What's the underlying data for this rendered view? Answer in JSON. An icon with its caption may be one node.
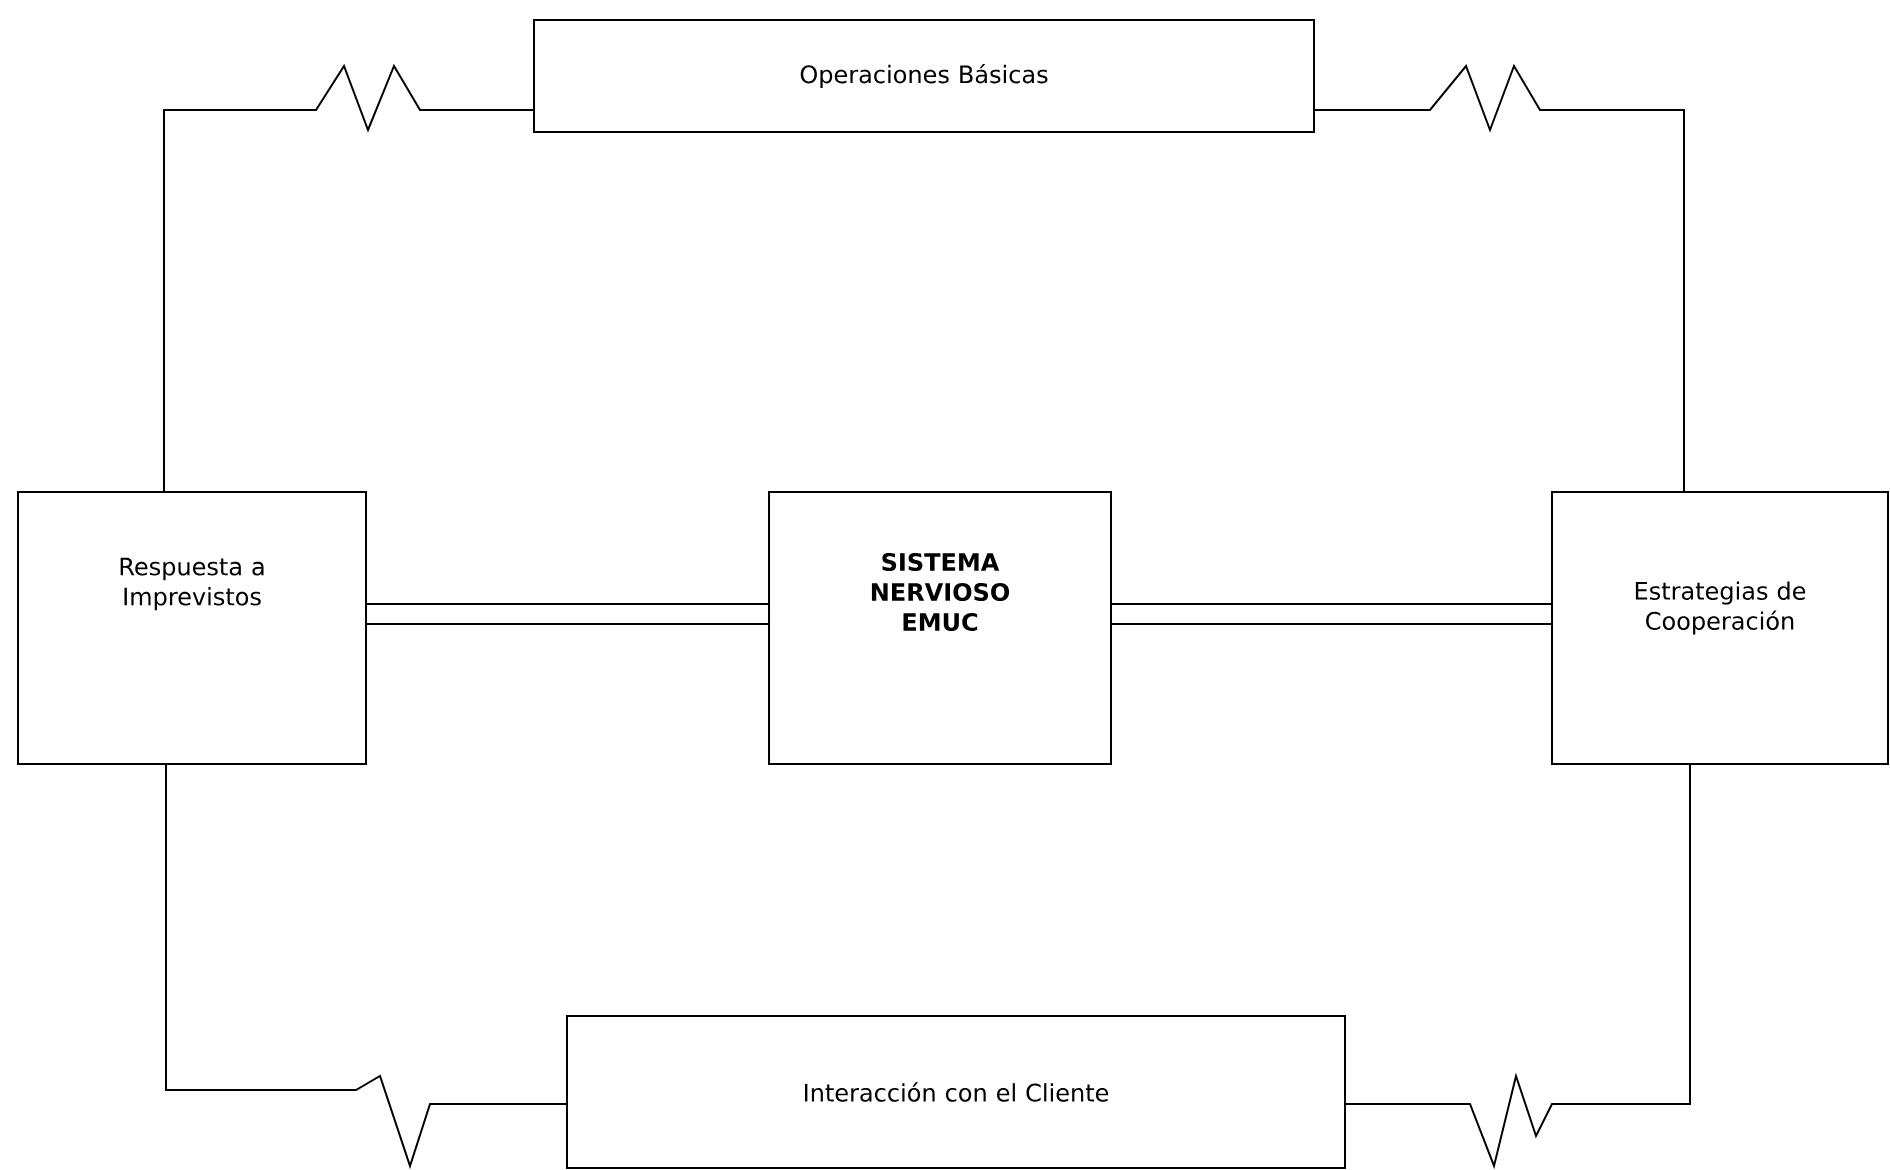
{
  "diagram": {
    "nodes": [
      {
        "text": [
          "Operaciones Básicas"
        ]
      },
      {
        "text": [
          "Respuesta a Imprevistos"
        ]
      },
      {
        "text": [
          "SISTEMA NERVIOSO EMUC"
        ]
      },
      {
        "text": [
          "Estrategias de Cooperación"
        ]
      },
      {
        "text": [
          "Interacción con el Cliente"
        ]
      }
    ],
    "edges": [
      {
        "from": 1,
        "to": 0,
        "arrow": "none"
      },
      {
        "from": 0,
        "to": 3,
        "arrow": "none"
      },
      {
        "from": 1,
        "to": 2,
        "arrow": "none",
        "style": "thick"
      },
      {
        "from": 2,
        "to": 3,
        "arrow": "none",
        "style": "thick"
      },
      {
        "from": 1,
        "to": 4,
        "arrow": "none"
      },
      {
        "from": 4,
        "to": 3,
        "arrow": "none"
      }
    ]
  }
}
